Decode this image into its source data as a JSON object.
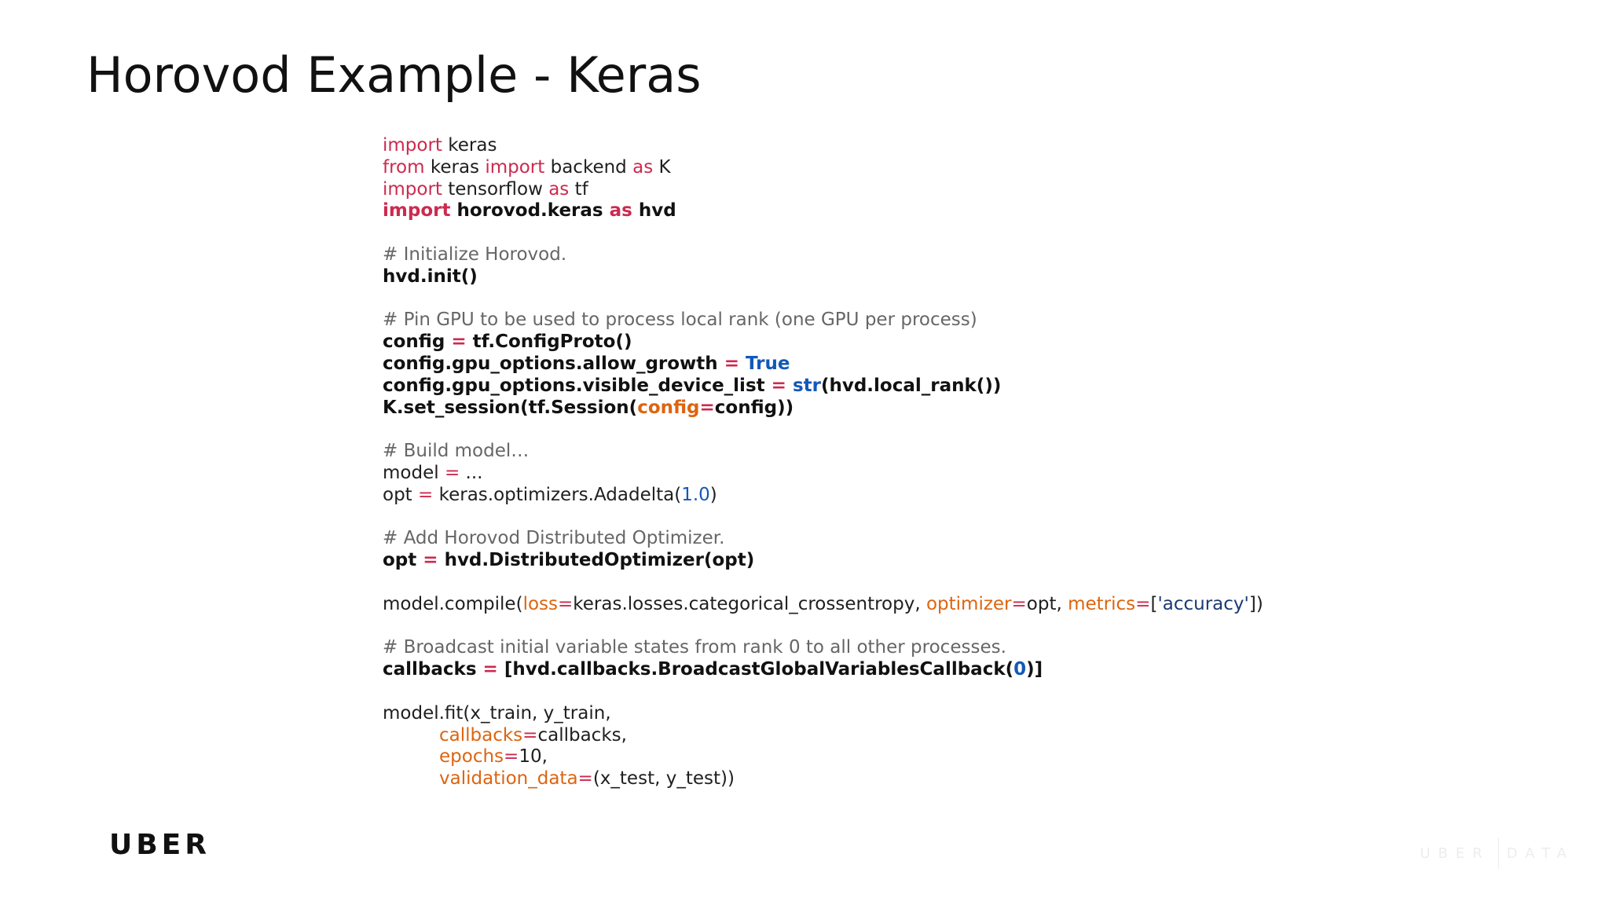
{
  "slide": {
    "title": "Horovod Example - Keras",
    "brand": "UBER",
    "watermark_left": "UBER",
    "watermark_right": "DATA"
  },
  "code": {
    "lines": [
      {
        "style": "normal",
        "tokens": [
          {
            "t": "import",
            "c": "kw"
          },
          {
            "t": " keras",
            "c": "plain"
          }
        ]
      },
      {
        "style": "normal",
        "tokens": [
          {
            "t": "from",
            "c": "kw"
          },
          {
            "t": " keras ",
            "c": "plain"
          },
          {
            "t": "import",
            "c": "kw"
          },
          {
            "t": " backend ",
            "c": "plain"
          },
          {
            "t": "as",
            "c": "kw"
          },
          {
            "t": " K",
            "c": "plain"
          }
        ]
      },
      {
        "style": "normal",
        "tokens": [
          {
            "t": "import",
            "c": "kw"
          },
          {
            "t": " tensorflow ",
            "c": "plain"
          },
          {
            "t": "as",
            "c": "kw"
          },
          {
            "t": " tf",
            "c": "plain"
          }
        ]
      },
      {
        "style": "bold",
        "tokens": [
          {
            "t": "import",
            "c": "kw"
          },
          {
            "t": " horovod.keras ",
            "c": "plain"
          },
          {
            "t": "as",
            "c": "kw"
          },
          {
            "t": " hvd",
            "c": "plain"
          }
        ]
      },
      {
        "style": "blank",
        "tokens": []
      },
      {
        "style": "comment",
        "tokens": [
          {
            "t": "# Initialize Horovod.",
            "c": "plain"
          }
        ]
      },
      {
        "style": "bold",
        "tokens": [
          {
            "t": "hvd.init()",
            "c": "plain"
          }
        ]
      },
      {
        "style": "blank",
        "tokens": []
      },
      {
        "style": "comment",
        "tokens": [
          {
            "t": "# Pin GPU to be used to process local rank (one GPU per process)",
            "c": "plain"
          }
        ]
      },
      {
        "style": "bold",
        "tokens": [
          {
            "t": "config ",
            "c": "plain"
          },
          {
            "t": "=",
            "c": "op"
          },
          {
            "t": " tf.ConfigProto()",
            "c": "plain"
          }
        ]
      },
      {
        "style": "bold",
        "tokens": [
          {
            "t": "config.gpu_options.allow_growth ",
            "c": "plain"
          },
          {
            "t": "=",
            "c": "op"
          },
          {
            "t": " ",
            "c": "plain"
          },
          {
            "t": "True",
            "c": "lit"
          }
        ]
      },
      {
        "style": "bold",
        "tokens": [
          {
            "t": "config.gpu_options.visible_device_list ",
            "c": "plain"
          },
          {
            "t": "=",
            "c": "op"
          },
          {
            "t": " ",
            "c": "plain"
          },
          {
            "t": "str",
            "c": "lit"
          },
          {
            "t": "(hvd.local_rank())",
            "c": "plain"
          }
        ]
      },
      {
        "style": "bold",
        "tokens": [
          {
            "t": "K.set_session(tf.Session(",
            "c": "plain"
          },
          {
            "t": "config",
            "c": "arg"
          },
          {
            "t": "=",
            "c": "op"
          },
          {
            "t": "config))",
            "c": "plain"
          }
        ]
      },
      {
        "style": "blank",
        "tokens": []
      },
      {
        "style": "comment",
        "tokens": [
          {
            "t": "# Build model…",
            "c": "plain"
          }
        ]
      },
      {
        "style": "normal",
        "tokens": [
          {
            "t": "model ",
            "c": "plain"
          },
          {
            "t": "=",
            "c": "op"
          },
          {
            "t": " ...",
            "c": "plain"
          }
        ]
      },
      {
        "style": "normal",
        "tokens": [
          {
            "t": "opt ",
            "c": "plain"
          },
          {
            "t": "=",
            "c": "op"
          },
          {
            "t": " keras.optimizers.Adadelta(",
            "c": "plain"
          },
          {
            "t": "1.0",
            "c": "lit"
          },
          {
            "t": ")",
            "c": "plain"
          }
        ]
      },
      {
        "style": "blank",
        "tokens": []
      },
      {
        "style": "comment",
        "tokens": [
          {
            "t": "# Add Horovod Distributed Optimizer.",
            "c": "plain"
          }
        ]
      },
      {
        "style": "bold",
        "tokens": [
          {
            "t": "opt ",
            "c": "plain"
          },
          {
            "t": "=",
            "c": "op"
          },
          {
            "t": " hvd.DistributedOptimizer(opt)",
            "c": "plain"
          }
        ]
      },
      {
        "style": "blank",
        "tokens": []
      },
      {
        "style": "normal",
        "tokens": [
          {
            "t": "model.compile(",
            "c": "plain"
          },
          {
            "t": "loss",
            "c": "arg"
          },
          {
            "t": "=",
            "c": "op"
          },
          {
            "t": "keras.losses.categorical_crossentropy, ",
            "c": "plain"
          },
          {
            "t": "optimizer",
            "c": "arg"
          },
          {
            "t": "=",
            "c": "op"
          },
          {
            "t": "opt, ",
            "c": "plain"
          },
          {
            "t": "metrics",
            "c": "arg"
          },
          {
            "t": "=",
            "c": "op"
          },
          {
            "t": "[",
            "c": "plain"
          },
          {
            "t": "'accuracy'",
            "c": "str"
          },
          {
            "t": "])",
            "c": "plain"
          }
        ]
      },
      {
        "style": "blank",
        "tokens": []
      },
      {
        "style": "comment",
        "tokens": [
          {
            "t": "# Broadcast initial variable states from rank 0 to all other processes.",
            "c": "plain"
          }
        ]
      },
      {
        "style": "bold",
        "tokens": [
          {
            "t": "callbacks ",
            "c": "plain"
          },
          {
            "t": "=",
            "c": "op"
          },
          {
            "t": " [hvd.callbacks.BroadcastGlobalVariablesCallback(",
            "c": "plain"
          },
          {
            "t": "0",
            "c": "lit"
          },
          {
            "t": ")]",
            "c": "plain"
          }
        ]
      },
      {
        "style": "blank",
        "tokens": []
      },
      {
        "style": "normal",
        "tokens": [
          {
            "t": "model.fit(x_train, y_train,",
            "c": "plain"
          }
        ]
      },
      {
        "style": "indented",
        "tokens": [
          {
            "t": "callbacks",
            "c": "arg"
          },
          {
            "t": "=",
            "c": "op"
          },
          {
            "t": "callbacks,",
            "c": "plain"
          }
        ]
      },
      {
        "style": "indented",
        "tokens": [
          {
            "t": "epochs",
            "c": "arg"
          },
          {
            "t": "=",
            "c": "op"
          },
          {
            "t": "10,",
            "c": "plain"
          }
        ]
      },
      {
        "style": "indented",
        "tokens": [
          {
            "t": "validation_data",
            "c": "arg"
          },
          {
            "t": "=",
            "c": "op"
          },
          {
            "t": "(x_test, y_test))",
            "c": "plain"
          }
        ]
      }
    ]
  }
}
